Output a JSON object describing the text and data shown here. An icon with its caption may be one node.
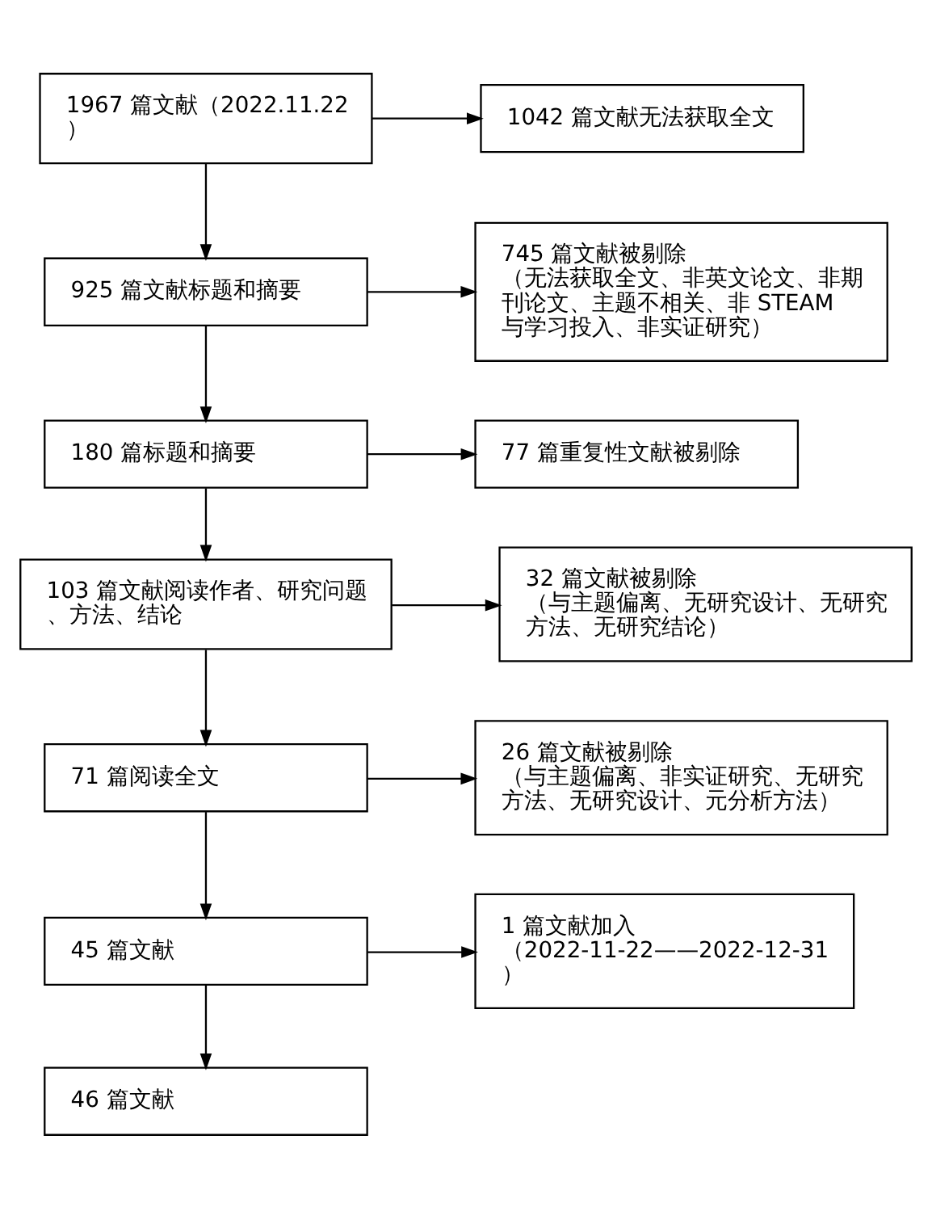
{
  "diagram": {
    "nodes": [
      {
        "text": [
          "1967 篇文献（2022.11.22）"
        ]
      },
      {
        "text": [
          "1042 篇文献无法获取全文"
        ]
      },
      {
        "text": [
          "925 篇文献标题和摘要"
        ]
      },
      {
        "text": [
          "745 篇文献被剔除",
          "（无法获取全文、非英文论文、非期刊论文、主题不相关、非 STEAM 与学习投入、非实证研究）"
        ]
      },
      {
        "text": [
          "180 篇标题和摘要"
        ]
      },
      {
        "text": [
          "77 篇重复性文献被剔除"
        ]
      },
      {
        "text": [
          "103 篇文献阅读作者、研究问题、方法、结论"
        ]
      },
      {
        "text": [
          "32 篇文献被剔除",
          "（与主题偏离、无研究设计、无研究方法、无研究结论）"
        ]
      },
      {
        "text": [
          "71 篇阅读全文"
        ]
      },
      {
        "text": [
          "26 篇文献被剔除",
          "（与主题偏离、非实证研究、无研究方法、无研究设计、元分析方法）"
        ]
      },
      {
        "text": [
          "45 篇文献"
        ]
      },
      {
        "text": [
          "1 篇文献加入",
          "（2022-11-22——2022-12-31）"
        ]
      },
      {
        "text": [
          "46 篇文献"
        ]
      }
    ],
    "edges": [
      {
        "from": 0,
        "to": 1,
        "arrow": "to"
      },
      {
        "from": 0,
        "to": 2,
        "arrow": "to"
      },
      {
        "from": 2,
        "to": 3,
        "arrow": "to"
      },
      {
        "from": 2,
        "to": 4,
        "arrow": "to"
      },
      {
        "from": 4,
        "to": 5,
        "arrow": "to"
      },
      {
        "from": 4,
        "to": 6,
        "arrow": "to"
      },
      {
        "from": 6,
        "to": 7,
        "arrow": "to"
      },
      {
        "from": 6,
        "to": 8,
        "arrow": "to"
      },
      {
        "from": 8,
        "to": 9,
        "arrow": "to"
      },
      {
        "from": 8,
        "to": 10,
        "arrow": "to"
      },
      {
        "from": 10,
        "to": 11,
        "arrow": "to"
      },
      {
        "from": 10,
        "to": 12,
        "arrow": "to"
      }
    ]
  }
}
